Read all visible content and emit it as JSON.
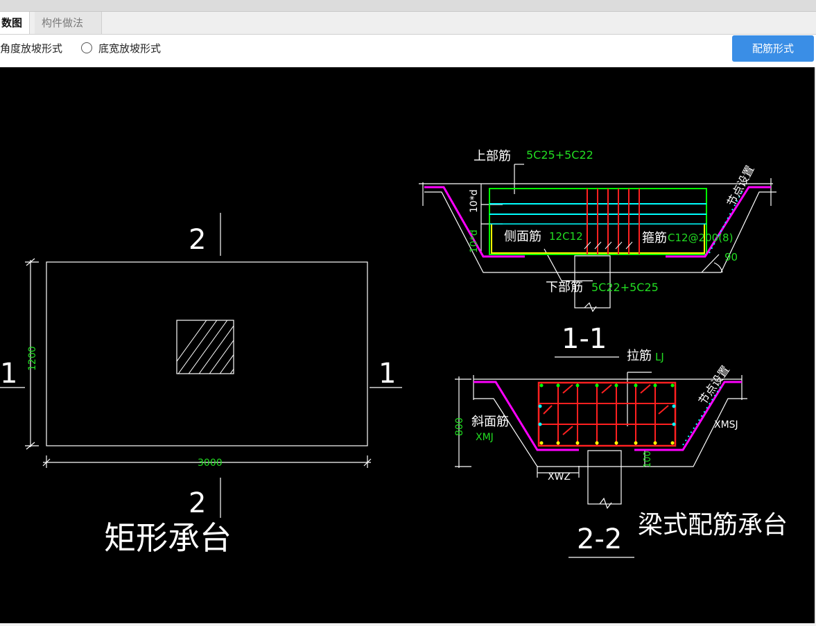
{
  "tabs": [
    {
      "label": "数图",
      "active": true
    },
    {
      "label": "构件做法",
      "active": false
    }
  ],
  "options": {
    "angle_mode_label": "角度放坡形式",
    "width_mode_label": "底宽放坡形式"
  },
  "buttons": {
    "rebar_form": "配筋形式"
  },
  "drawing": {
    "left": {
      "title": "矩形承台",
      "section_mark_v": "1",
      "section_mark_h": "2",
      "dim_height": "1200",
      "dim_width": "3000"
    },
    "section_1": {
      "name": "1-1",
      "top_rebar_label": "上部筋",
      "top_rebar_value": "5C25+5C22",
      "side_rebar_label": "侧面筋",
      "side_rebar_value": "12C12",
      "stirrup_label": "箍筋",
      "stirrup_value": "C12@200(8)",
      "bottom_rebar_label": "下部筋",
      "bottom_rebar_value": "5C22+5C25",
      "node_label": "节点设置",
      "angle_value": "90",
      "dim_left_1": "10*d",
      "dim_left_2": "10*d"
    },
    "section_2": {
      "name": "2-2",
      "tie_label": "拉筋",
      "tie_value": "LJ",
      "slope_label": "斜面筋",
      "slope_value": "XMJ",
      "node_label": "节点设置",
      "xmsj": "XMSJ",
      "xwz": "XWZ",
      "dim_height": "800",
      "dim_100": "100"
    },
    "beam_title": "梁式配筋承台"
  },
  "colors": {
    "canvas_bg": "#000000",
    "line": "#ffffff",
    "annotation_green": "#22dd22",
    "rebar_green": "#00ff00",
    "rebar_cyan": "#00ffff",
    "rebar_red": "#ff2020",
    "rebar_yellow": "#ffff00",
    "rebar_magenta": "#ff00ff",
    "button_blue": "#3a8ee6"
  }
}
